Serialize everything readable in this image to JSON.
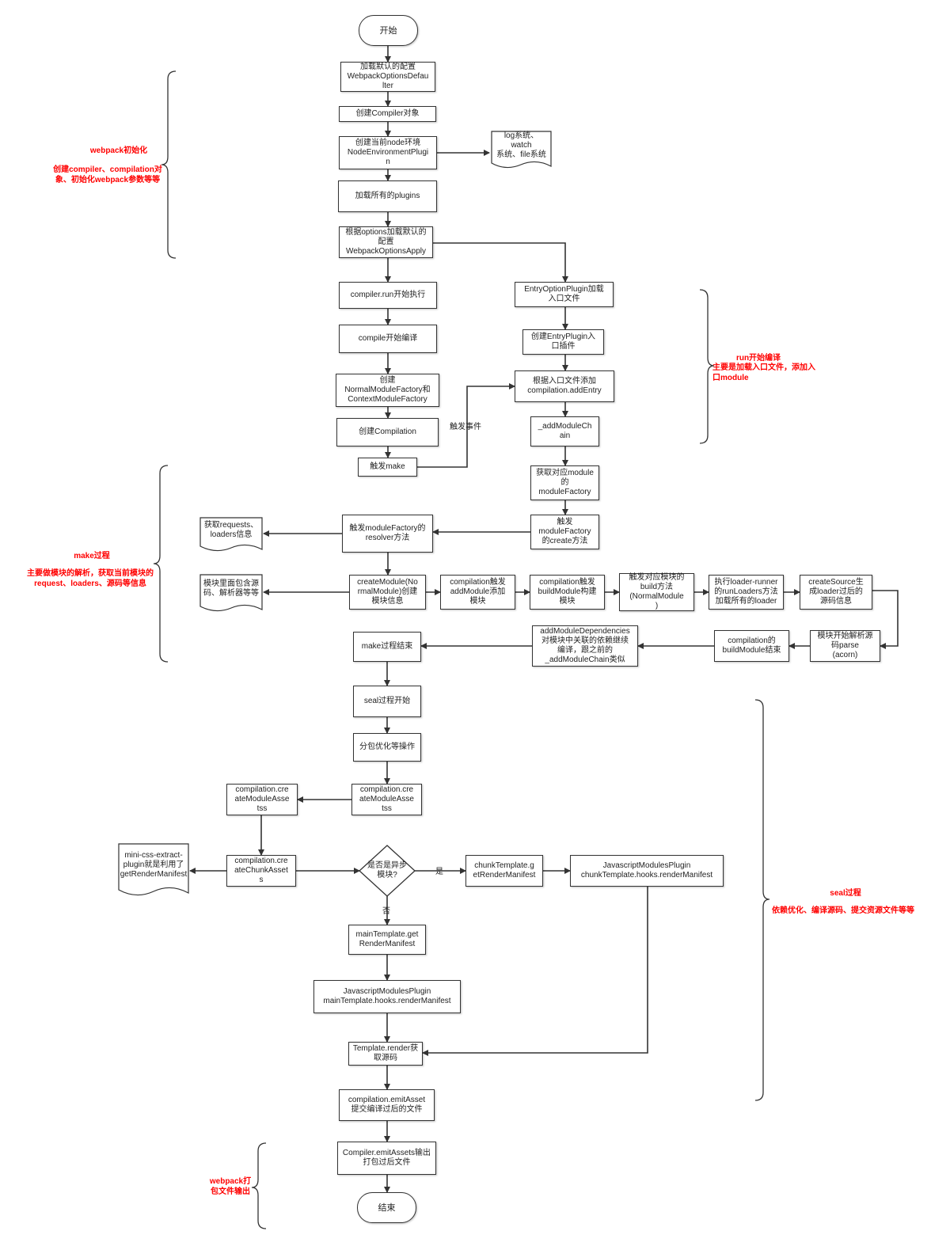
{
  "nodes": {
    "start": "开始",
    "n1": "加载默认的配置\nWebpackOptionsDefau\nlter",
    "n2": "创建Compiler对象",
    "n3": "创建当前node环境\nNodeEnvironmentPlugi\nn",
    "n3doc": "log系统、watch\n系统、file系统",
    "n4": "加载所有的plugins",
    "n5": "根据options加载默认的\n配置\nWebpackOptionsApply",
    "n6": "compiler.run开始执行",
    "n7": "compile开始编译",
    "n8": "创建\nNormalModuleFactory和\nContextModuleFactory",
    "n9": "创建Compilation",
    "n10": "触发make",
    "e1": "EntryOptionPlugin加载\n入口文件",
    "e2": "创建EntryPlugin入\n口插件",
    "e3": "根据入口文件添加\ncompilation.addEntry",
    "e4": "_addModuleCh\nain",
    "e5": "获取对应module\n的\nmoduleFactory",
    "e6": "触发\nmoduleFactory\n的create方法",
    "m1": "触发moduleFactory的\nresolver方法",
    "m1doc": "获取requests、\nloaders信息",
    "m2": "createModule(No\nrmalModule)创建\n模块信息",
    "m2doc": "模块里面包含源\n码、解析器等等",
    "m3": "compilation触发\naddModule添加\n模块",
    "m4": "compilation触发\nbuildModule构建\n模块",
    "m5": "触发对应模块的\nbuild方法\n(NormalModule\n)",
    "m6": "执行loader-runner\n的runLoaders方法\n加载所有的loader",
    "m7": "createSource生\n成loader过后的\n源码信息",
    "m8": "模块开始解析源\n码parse\n(acorn)",
    "m9": "compilation的\nbuildModule结束",
    "m10": "addModuleDependencies\n对模块中关联的依赖继续\n编译，跟之前的\n_addModuleChain类似",
    "m11": "make过程结束",
    "s1": "seal过程开始",
    "s2": "分包优化等操作",
    "s3": "compilation.cre\nateModuleAsse\ntss",
    "s4": "compilation.cre\nateModuleAsse\ntss",
    "s5": "compilation.cre\nateChunkAsset\ns",
    "s5doc": "mini-css-extract-\nplugin就是利用了\ngetRenderManifest",
    "dec": "是否是异步\n模块?",
    "yes": "是",
    "no": "否",
    "s6": "chunkTemplate.g\netRenderManifest",
    "s7": "JavascriptModulesPlugin\nchunkTemplate.hooks.renderManifest",
    "s8": "mainTemplate.get\nRenderManifest",
    "s9": "JavascriptModulesPlugin\nmainTemplate.hooks.renderManifest",
    "s10": "Template.render获\n取源码",
    "s11": "compilation.emitAsset\n提交编译过后的文件",
    "o1": "Compiler.emitAssets输出\n打包过后文件",
    "end": "结束"
  },
  "labels": {
    "trigger_event": "触发事件"
  },
  "annotations": {
    "init_title": "webpack初始化",
    "init_desc": "创建compiler、compilation对\n象、初始化webpack参数等等",
    "run_title": "run开始编译",
    "run_desc": "主要是加载入口文件，添加入\n口module",
    "make_title": "make过程",
    "make_desc": "主要做模块的解析，获取当前模块的\nrequest、loaders、源码等信息",
    "seal_title": "seal过程",
    "seal_desc": "依赖优化、编译源码、提交资源文件等等",
    "output_title": "webpack打\n包文件输出"
  },
  "colors": {
    "annotation": "#ff0000",
    "stroke": "#333333"
  }
}
